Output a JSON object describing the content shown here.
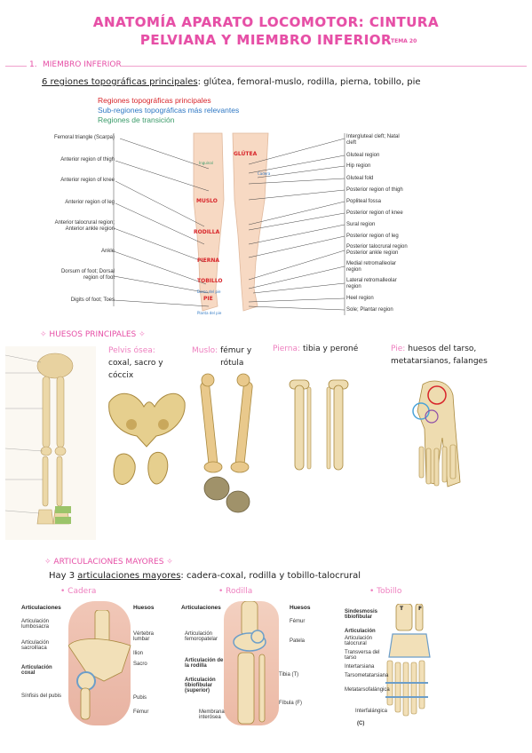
{
  "title_line1": "ANATOMÍA APARATO LOCOMOTOR: CINTURA",
  "title_line2": "PELVIANA Y MIEMBRO INFERIOR",
  "tema": "TEMA 20",
  "section1": {
    "number": "1.",
    "heading": "MIEMBRO INFERIOR",
    "subtitle_underlined": "6 regiones topográficas principales",
    "subtitle_rest": ": glútea, femoral-muslo, rodilla, pierna, tobillo, pie"
  },
  "legend": {
    "red": "Regiones topográficas principales",
    "blue": "Sub-regiones topográficas más relevantes",
    "green": "Regiones de transición",
    "red_color": "#d8262b",
    "blue_color": "#2f78c4",
    "green_color": "#3b9b6a"
  },
  "left_labels": [
    "Femoral triangle (Scarpa)",
    "Anterior region of thigh",
    "Anterior region of knee",
    "Anterior region of leg",
    "Anterior talocrural region;\nAnterior ankle region",
    "Ankle",
    "Dorsum of foot; Dorsal\nregion of foot",
    "Digits of foot; Toes"
  ],
  "right_labels": [
    "Intergluteal cleft; Natal\ncleft",
    "Gluteal region",
    "Hip region",
    "Gluteal fold",
    "Posterior region of thigh",
    "Popliteal fossa",
    "Posterior region of knee",
    "Sural region",
    "Posterior region of leg",
    "Posterior talocrural region\nPosterior ankle region",
    "Medial retromalleolar\nregion",
    "Lateral retromalleolar\nregion",
    "Heel region",
    "Sole; Plantar region"
  ],
  "body_labels": {
    "gluteo": "GLÚTEA",
    "muslo": "MUSLO",
    "rodilla": "RODILLA",
    "pierna": "PIERNA",
    "tobillo": "TOBILLO",
    "pie": "PIE",
    "inguinal": "Inguinal",
    "cadera": "Cadera",
    "dorso": "Dorso del pie",
    "planta": "Planta del pie"
  },
  "huesos": {
    "heading": "HUESOS PRINCIPALES",
    "pelvis_label": "Pelvis ósea:",
    "pelvis_text": "coxal, sacro y cóccix",
    "muslo_label": "Muslo:",
    "muslo_text": "fémur y rótula",
    "pierna_label": "Pierna:",
    "pierna_text": "tibia y peroné",
    "pie_label": "Pie:",
    "pie_text": "huesos del tarso, metatarsianos, falanges"
  },
  "articulaciones": {
    "heading": "ARTICULACIONES MAYORES",
    "subtitle_plain": "Hay 3 ",
    "subtitle_underlined": "articulaciones mayores",
    "subtitle_rest": ": cadera-coxal, rodilla y tobillo-talocrural",
    "cadera": "Cadera",
    "rodilla": "Rodilla",
    "tobillo": "Tobillo"
  },
  "hip_figure": {
    "left_header": "Articulaciones",
    "right_header": "Huesos",
    "left": [
      "Articulación lumbosacra",
      "Articulación sacroilíaca",
      "Articulación coxal",
      "Sínfisis del pubis"
    ],
    "right": [
      "Vértebra lumbar",
      "Ilion",
      "Sacro",
      "Pubis",
      "Fémur"
    ]
  },
  "knee_figure": {
    "left_header": "Articulaciones",
    "right_header": "Huesos",
    "left": [
      "Articulación femoropatelar",
      "Articulación de la rodilla",
      "Articulación tibiofibular (superior)",
      "Membrana interósea"
    ],
    "right": [
      "Fémur",
      "Patela",
      "Tibia (T)",
      "Fíbula (F)"
    ]
  },
  "ankle_figure": {
    "labels": [
      "Sindesmosis tibiofibular",
      "Articulación",
      "Articulación talocrural",
      "Transversa del tarso",
      "Intertarsiana",
      "Tarsometatarsiana",
      "Metatarsofalángica",
      "Interfalángica",
      "(C)"
    ],
    "bones": [
      "T",
      "F"
    ]
  }
}
